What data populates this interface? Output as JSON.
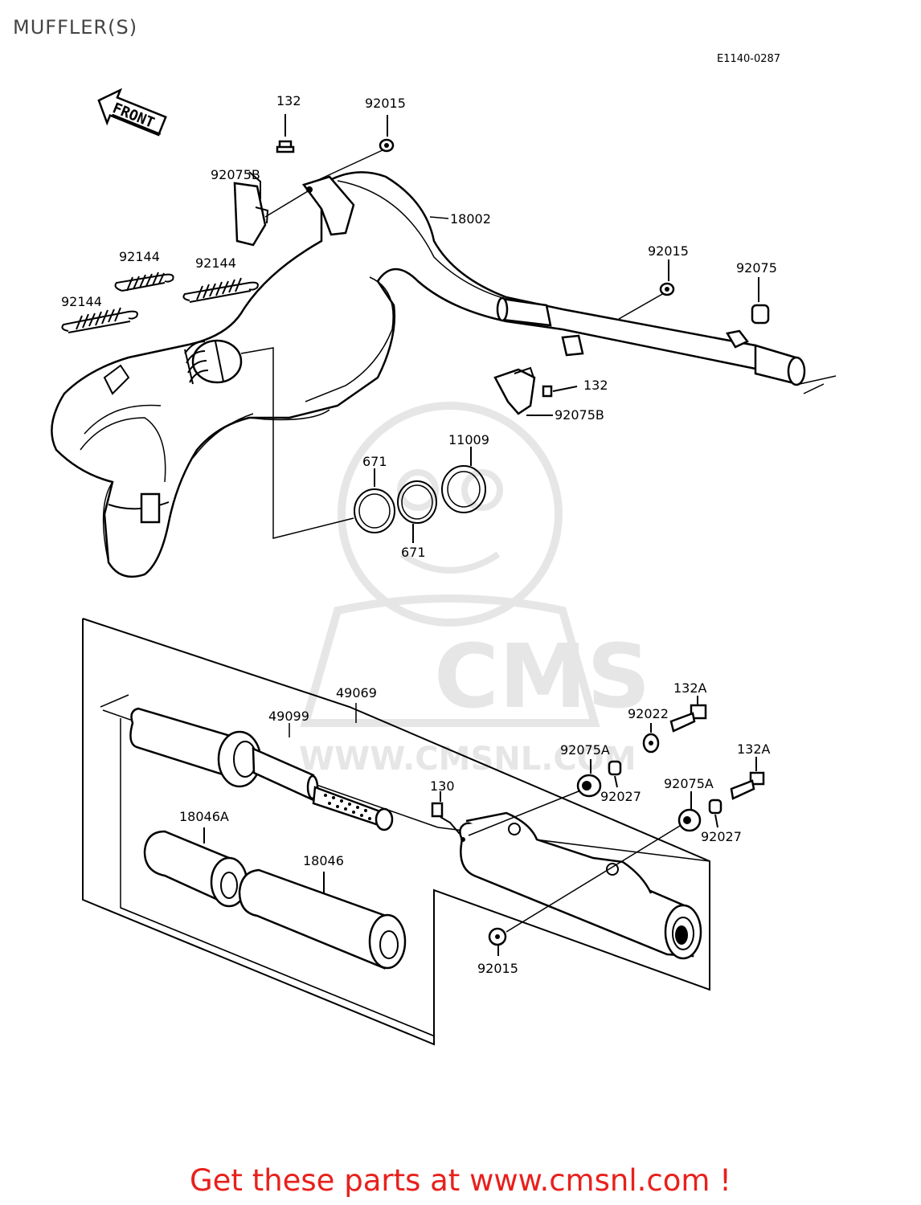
{
  "page_title": "MUFFLER(S)",
  "diagram_code": "E1140-0287",
  "front_marker": "FRONT",
  "watermark": {
    "brand": "CMS",
    "url": "WWW.CMSNL.COM"
  },
  "part_labels": {
    "p132_top": "132",
    "p92015_top": "92015",
    "p92075B_top": "92075B",
    "p18002": "18002",
    "p92144_a": "92144",
    "p92144_b": "92144",
    "p92144_c": "92144",
    "p92015_mid": "92015",
    "p92075_right": "92075",
    "p132_mid": "132",
    "p92075B_mid": "92075B",
    "p11009": "11009",
    "p671_a": "671",
    "p671_b": "671",
    "p49069": "49069",
    "p49099": "49099",
    "p132A_a": "132A",
    "p92022": "92022",
    "p92075A_a": "92075A",
    "p92027_a": "92027",
    "p132A_b": "132A",
    "p130": "130",
    "p92075A_b": "92075A",
    "p92027_b": "92027",
    "p18046A": "18046A",
    "p18046": "18046",
    "p92015_bottom": "92015"
  },
  "footer_cta": "Get these parts at www.cmsnl.com !",
  "colors": {
    "cta": "#e8201c",
    "title": "#444444",
    "watermark": "#e6e6e6",
    "line": "#000000"
  }
}
